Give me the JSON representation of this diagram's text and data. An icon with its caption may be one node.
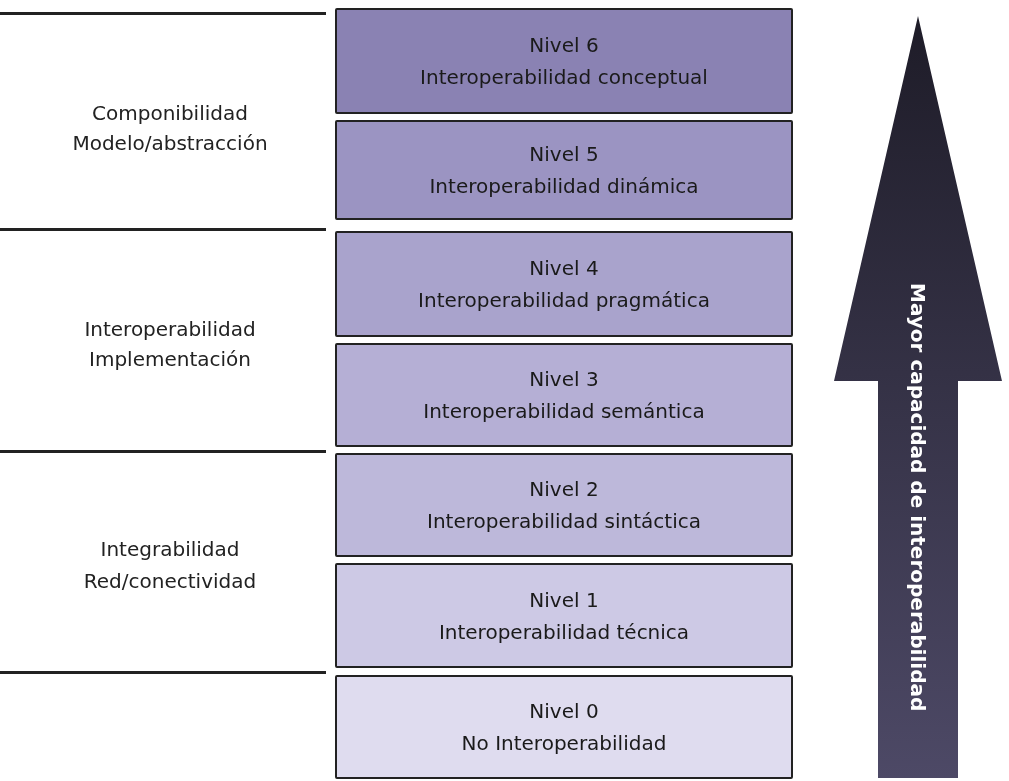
{
  "diagram": {
    "nodes": [
      {
        "text": [
          "Nivel 6",
          "Interoperabilidad conceptual"
        ]
      },
      {
        "text": [
          "Nivel 5",
          "Interoperabilidad dinámica"
        ]
      },
      {
        "text": [
          "Nivel 4",
          "Interoperabilidad pragmática"
        ]
      },
      {
        "text": [
          "Nivel 3",
          "Interoperabilidad semántica"
        ]
      },
      {
        "text": [
          "Nivel 2",
          "Interoperabilidad sintáctica"
        ]
      },
      {
        "text": [
          "Nivel 1",
          "Interoperabilidad técnica"
        ]
      },
      {
        "text": [
          "Nivel 0",
          "No Interoperabilidad"
        ]
      },
      {
        "text": [
          "Mayor capacidad de interoperabilidad"
        ]
      }
    ],
    "labels": [
      "Componibilidad",
      "Modelo/abstracción",
      "Interoperabilidad",
      "Implementación",
      "Integrabilidad",
      "Red/conectividad"
    ]
  }
}
